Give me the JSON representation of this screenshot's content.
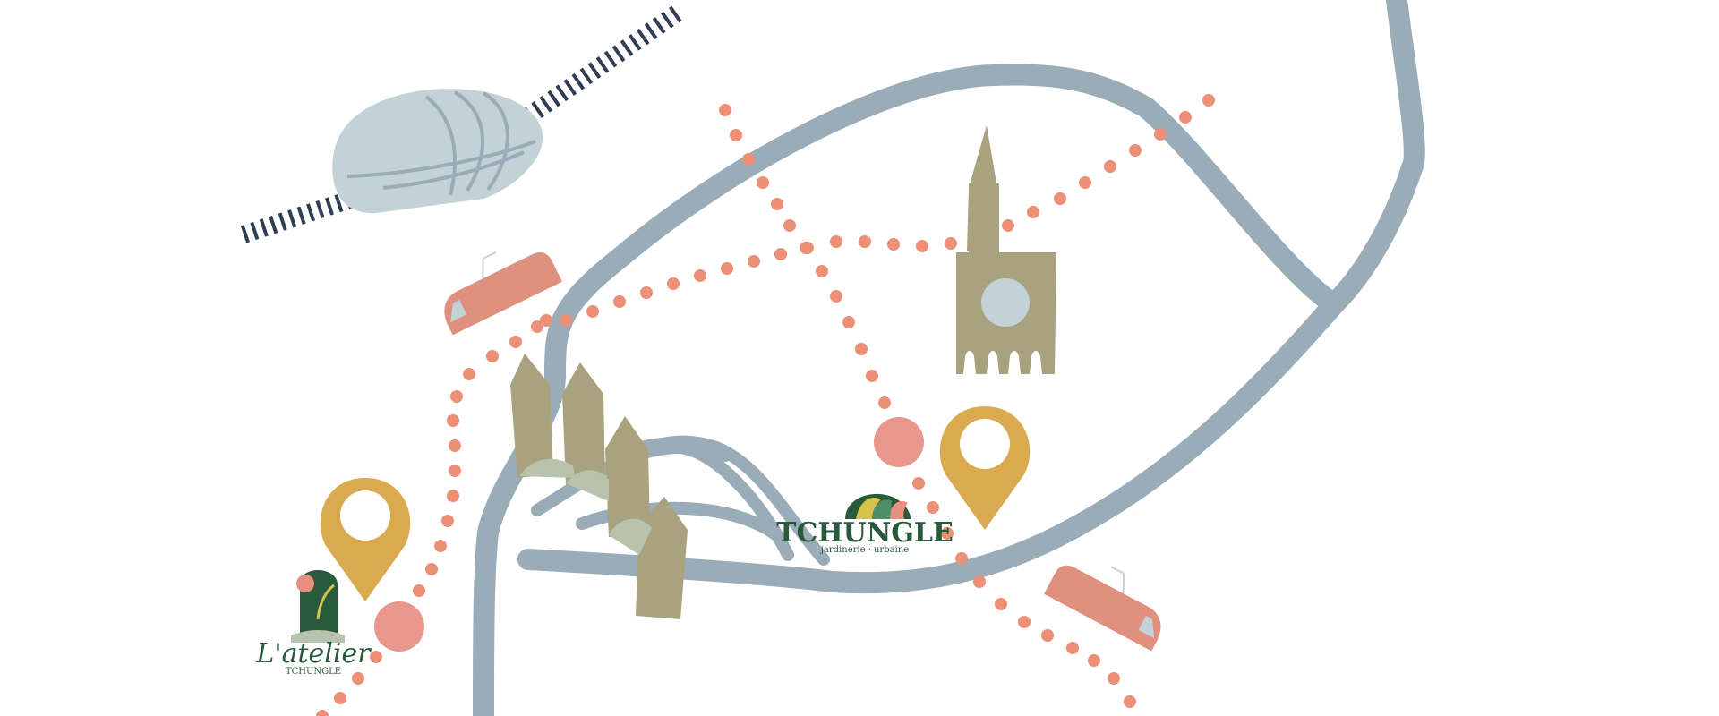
{
  "colors": {
    "background": "#ffffff",
    "river": "#9aacb8",
    "river_light": "#c3d2d7",
    "route_dot": "#ee8f77",
    "marker_gold": "#d9aa50",
    "building_khaki": "#a8a27f",
    "tram_salmon": "#e0907e",
    "railway": "#2f3e54",
    "brand_green": "#2a5a3c",
    "leaf_pink": "#e7907f"
  },
  "icons": {
    "map_pin": "map-pin-icon",
    "tram": "tram-icon",
    "cathedral": "cathedral-icon",
    "towers": "towers-icon",
    "station": "train-station-icon",
    "railway": "railway-track-icon"
  },
  "locations": [
    {
      "id": "atelier",
      "logo_text": "L'atelier",
      "logo_subtext": "TCHUNGLE"
    },
    {
      "id": "tchungle",
      "logo_text": "TCHUNGLE",
      "logo_subtext": "jardinerie · urbaine"
    }
  ]
}
